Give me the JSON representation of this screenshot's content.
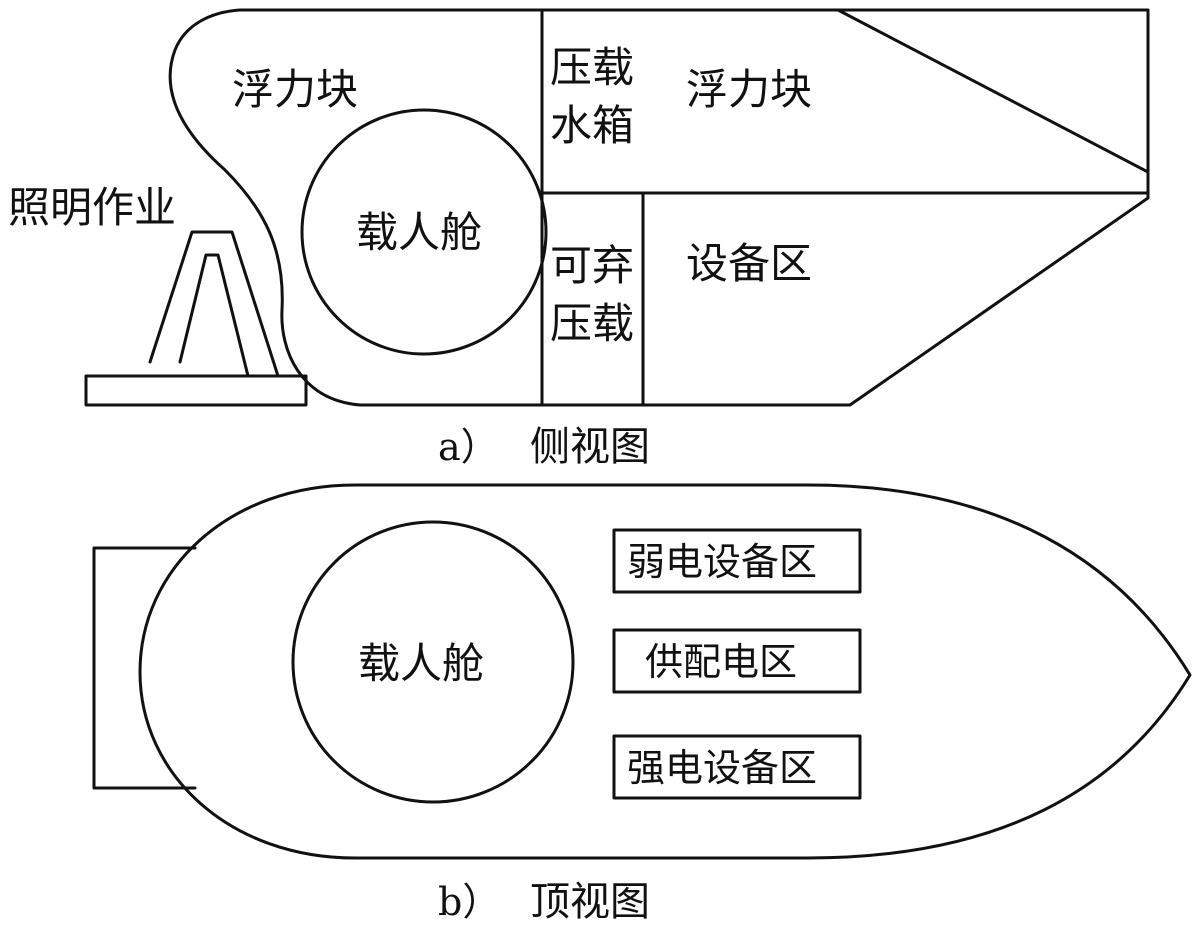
{
  "side_view": {
    "caption_letter": "a）",
    "caption_text": "侧视图",
    "labels": {
      "buoyancy_front": "浮力块",
      "buoyancy_rear": "浮力块",
      "ballast_tank_line1": "压载",
      "ballast_tank_line2": "水箱",
      "droppable_ballast_line1": "可弃",
      "droppable_ballast_line2": "压载",
      "equipment_area": "设备区",
      "manned_cabin": "载人舱",
      "lighting_work": "照明作业"
    }
  },
  "top_view": {
    "caption_letter": "b）",
    "caption_text": "顶视图",
    "labels": {
      "manned_cabin": "载人舱",
      "weak_current_area": "弱电设备区",
      "power_distribution_area": "供配电区",
      "strong_current_area": "强电设备区"
    }
  }
}
